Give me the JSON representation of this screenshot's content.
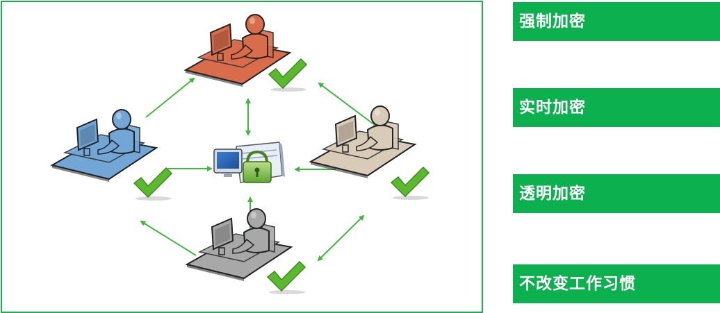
{
  "features": [
    {
      "label": "强制加密"
    },
    {
      "label": "实时加密"
    },
    {
      "label": "透明加密"
    },
    {
      "label": "不改变工作习惯"
    }
  ],
  "colors": {
    "frame": "#1fae4b",
    "bar": "#0db04f",
    "arrow": "#3cba3c",
    "check": "#5cb82e",
    "user_orange": "#d96d4b",
    "user_blue": "#72a6d6",
    "user_beige": "#d8cbb8",
    "user_gray": "#a8a8a8"
  },
  "icons": {
    "workstation": "user-at-computer-icon",
    "server": "encryption-server-lock-icon",
    "check": "check-mark-icon"
  }
}
